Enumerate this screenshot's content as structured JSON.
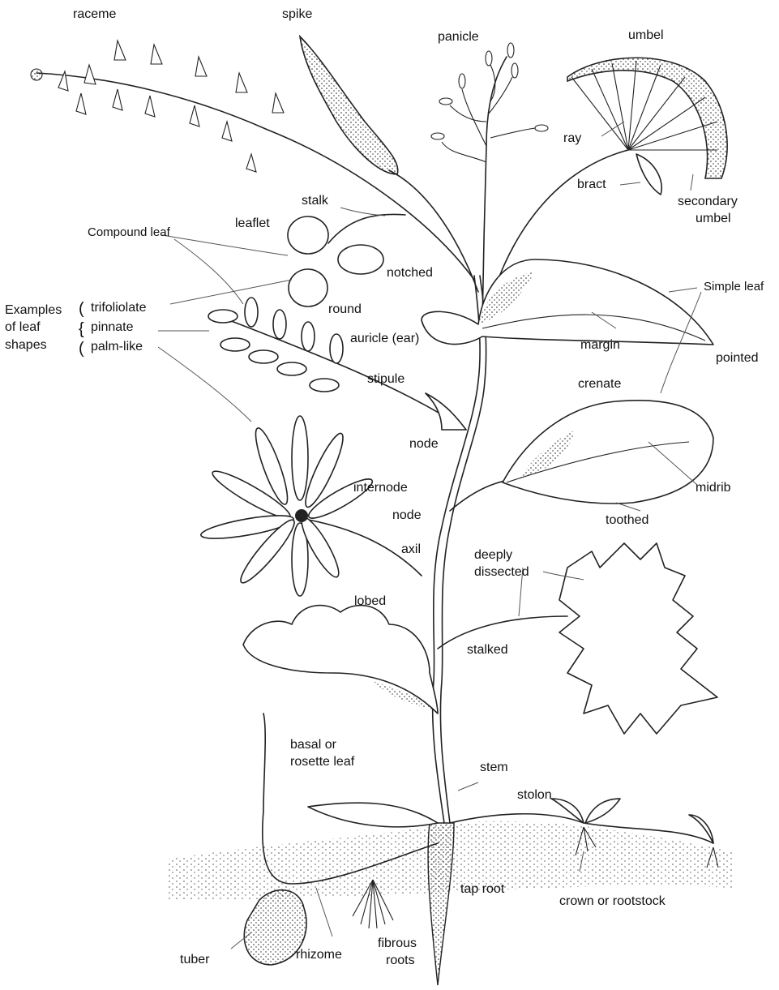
{
  "labels": {
    "raceme": "raceme",
    "spike": "spike",
    "panicle": "panicle",
    "umbel": "umbel",
    "ray": "ray",
    "bract": "bract",
    "secondary_umbel_1": "secondary",
    "secondary_umbel_2": "umbel",
    "stalk": "stalk",
    "leaflet": "leaflet",
    "compound_leaf": "Compound leaf",
    "notched": "notched",
    "round": "round",
    "examples_1": "Examples",
    "examples_2": "of leaf",
    "examples_3": "shapes",
    "trifoliolate": "trifoliolate",
    "pinnate": "pinnate",
    "palm_like": "palm-like",
    "auricle": "auricle (ear)",
    "margin": "margin",
    "simple_leaf": "Simple leaf",
    "pointed": "pointed",
    "stipule": "stipule",
    "crenate": "crenate",
    "node_upper": "node",
    "midrib": "midrib",
    "internode": "internode",
    "node_lower": "node",
    "toothed": "toothed",
    "axil": "axil",
    "deeply_1": "deeply",
    "deeply_2": "dissected",
    "lobed": "lobed",
    "stalked": "stalked",
    "basal_1": "basal or",
    "basal_2": "rosette leaf",
    "stem": "stem",
    "stolon": "stolon",
    "tap_root": "tap root",
    "crown": "crown or rootstock",
    "tuber": "tuber",
    "rhizome": "rhizome",
    "fibrous_1": "fibrous",
    "fibrous_2": "roots"
  }
}
